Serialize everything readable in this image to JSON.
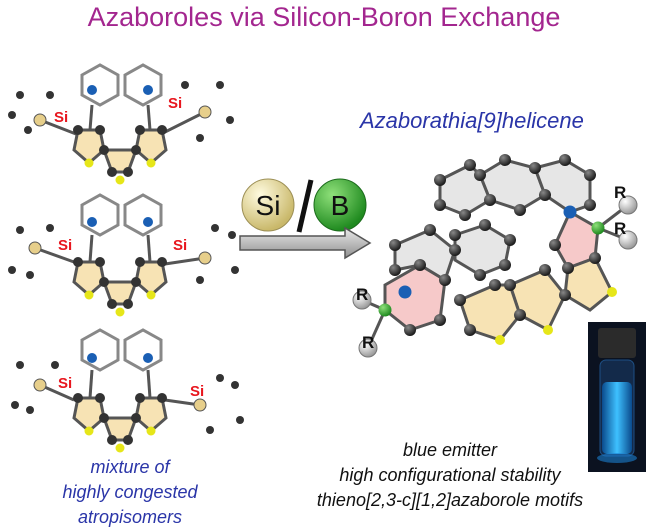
{
  "title": "Azaboroles via Silicon-Boron Exchange",
  "helicene_title": "Azaborathia[9]helicene",
  "exchange": {
    "from": "Si",
    "to": "B"
  },
  "left_caption": [
    "mixture of",
    "highly congested",
    "atropisomers"
  ],
  "right_caption": [
    "blue emitter",
    "high configurational stability",
    "thieno[2,3-c][1,2]azaborole motifs"
  ],
  "atom_labels": {
    "silicon": "Si",
    "substituent": "R"
  },
  "colors": {
    "title": "#a3268f",
    "blue_text": "#2a35a8",
    "silicon_label": "#e8161e",
    "fluorescence": "#2aa9e8"
  }
}
